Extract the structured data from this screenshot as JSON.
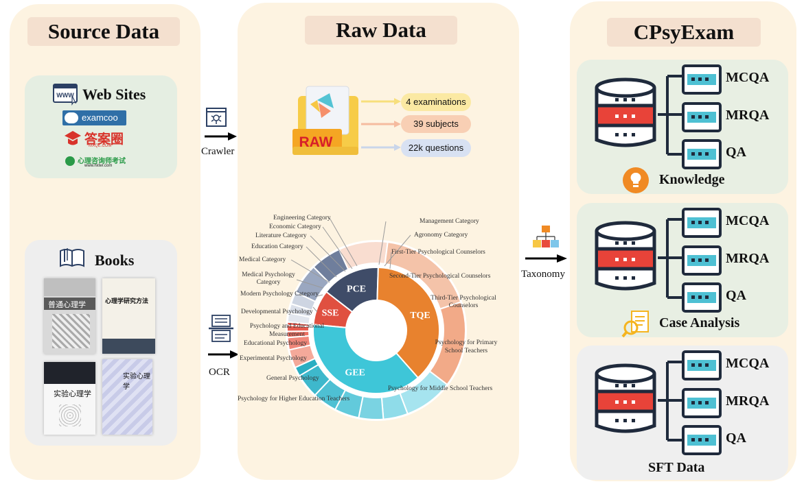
{
  "source": {
    "title": "Source Data",
    "websites_label": "Web Sites",
    "site_names": [
      "examcoo",
      "MXQE.COM",
      "心理咨询师考试",
      "www.hxter.com"
    ],
    "books_label": "Books",
    "book_titles": [
      "普通心理学",
      "心理学研究方法",
      "实验心理学",
      "实验心理学"
    ]
  },
  "arrows": {
    "crawler": "Crawler",
    "ocr": "OCR",
    "taxonomy": "Taxonomy"
  },
  "raw": {
    "title": "Raw Data",
    "raw_icon_text": "RAW",
    "stats": [
      "4 examinations",
      "39 subjects",
      "22k questions"
    ],
    "colors": {
      "stat1": "#fbe9a3",
      "stat2": "#f8cfb4",
      "stat3": "#d8e1f2"
    }
  },
  "sunburst": {
    "inner": [
      {
        "label": "SSE",
        "value": 9,
        "color": "#e05040"
      },
      {
        "label": "PCE",
        "value": 15,
        "color": "#3f4c68"
      },
      {
        "label": "TQE",
        "value": 38,
        "color": "#e8822e"
      },
      {
        "label": "GEE",
        "value": 38,
        "color": "#3ec6d8"
      }
    ],
    "outer": [
      {
        "label": "Management Category",
        "value": 1.5,
        "color": "#e2e6ee"
      },
      {
        "label": "Agronomy Category",
        "value": 1.5,
        "color": "#dadfe9"
      },
      {
        "label": "First-Tier Psychological Counselors",
        "value": 2,
        "color": "#ced5e2"
      },
      {
        "label": "Second-Tier Psychological Counselors",
        "value": 5,
        "color": "#9aa7c0"
      },
      {
        "label": "Third-Tier Psychological Counselors",
        "value": 5,
        "color": "#6f7e9c"
      },
      {
        "label": "Psychology for Primary School Teachers",
        "value": 8,
        "color": "#f9ddd0"
      },
      {
        "label": "Psychology for Middle School Teachers",
        "value": 16,
        "color": "#f4c3a9"
      },
      {
        "label": "Psychology for Higher Education Teachers",
        "value": 14,
        "color": "#f2aa88"
      },
      {
        "label": "General Psychology",
        "value": 8,
        "color": "#a6e4ef"
      },
      {
        "label": "Experimental Psychology",
        "value": 4,
        "color": "#8fdce9"
      },
      {
        "label": "Educational Psychology",
        "value": 4,
        "color": "#7ad3e2"
      },
      {
        "label": "Psychology and Educational Measurement",
        "value": 4,
        "color": "#62cadb"
      },
      {
        "label": "Developmental Psychology",
        "value": 4,
        "color": "#4ec0d3"
      },
      {
        "label": "Modern Psychology Category",
        "value": 4,
        "color": "#3eb8cc"
      },
      {
        "label": "Medical Psychology Category",
        "value": 1.5,
        "color": "#2aaec2"
      },
      {
        "label": "Medical Category",
        "value": 3,
        "color": "#f4a99a"
      },
      {
        "label": "Education Category",
        "value": 2,
        "color": "#f0877a"
      },
      {
        "label": "Literature Category",
        "value": 1,
        "color": "#ec6f62"
      },
      {
        "label": "Economic Category",
        "value": 1,
        "color": "#e85c50"
      },
      {
        "label": "Engineering Category",
        "value": 0.5,
        "color": "#e0473c"
      }
    ]
  },
  "exam": {
    "title": "CPsyExam",
    "sections": [
      {
        "name": "Knowledge",
        "items": [
          "MCQA",
          "MRQA",
          "QA"
        ],
        "color": "#e8efe3"
      },
      {
        "name": "Case Analysis",
        "items": [
          "MCQA",
          "MRQA",
          "QA"
        ],
        "color": "#e8efe3"
      },
      {
        "name": "SFT Data",
        "items": [
          "MCQA",
          "MRQA",
          "QA"
        ],
        "color": "#efefef"
      }
    ]
  }
}
